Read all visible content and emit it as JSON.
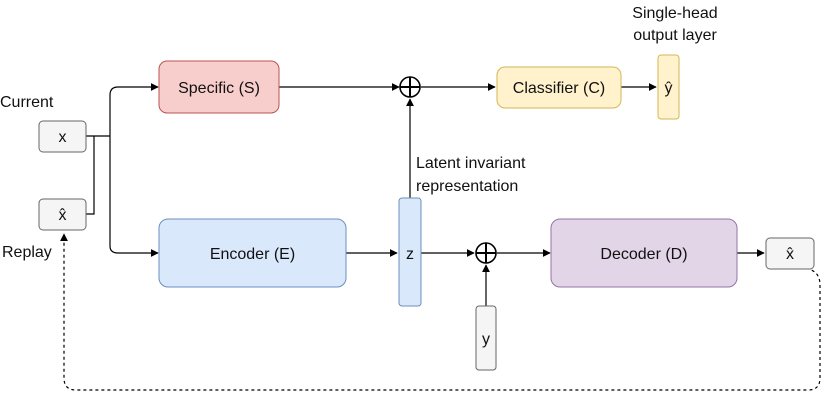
{
  "labels": {
    "current": "Current",
    "replay": "Replay",
    "single_head_line1": "Single-head",
    "single_head_line2": "output layer",
    "latent_line1": "Latent invariant",
    "latent_line2": "representation"
  },
  "nodes": {
    "x": "x",
    "x_hat_input": "x̂",
    "specific": "Specific (S)",
    "classifier": "Classifier (C)",
    "y_hat": "ŷ",
    "encoder": "Encoder (E)",
    "z": "z",
    "decoder": "Decoder (D)",
    "x_hat_output": "x̂",
    "y": "y"
  },
  "colors": {
    "specific_fill": "#f8cecc",
    "specific_stroke": "#b85450",
    "classifier_fill": "#fff2cc",
    "classifier_stroke": "#d6b656",
    "encoder_fill": "#dae8fc",
    "encoder_stroke": "#6c8ebf",
    "decoder_fill": "#e1d5e7",
    "decoder_stroke": "#9673a6",
    "neutral_fill": "#f5f5f5",
    "neutral_stroke": "#666666"
  }
}
